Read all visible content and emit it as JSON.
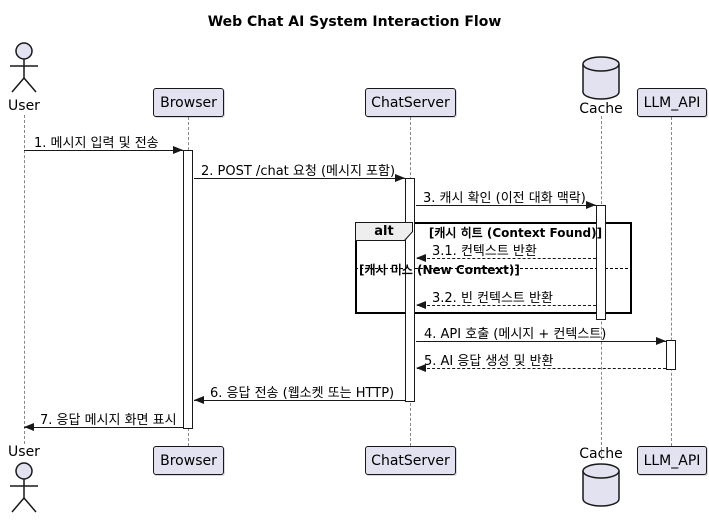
{
  "title": "Web Chat AI System Interaction Flow",
  "participants": [
    {
      "name": "User",
      "type": "actor"
    },
    {
      "name": "Browser",
      "type": "box"
    },
    {
      "name": "ChatServer",
      "type": "box"
    },
    {
      "name": "Cache",
      "type": "database"
    },
    {
      "name": "LLM_API",
      "type": "box"
    }
  ],
  "messages": [
    {
      "label": "1. 메시지 입력 및 전송",
      "from": "User",
      "to": "Browser",
      "line": "solid"
    },
    {
      "label": "2. POST /chat 요청 (메시지 포함)",
      "from": "Browser",
      "to": "ChatServer",
      "line": "solid"
    },
    {
      "label": "3. 캐시 확인 (이전 대화 맥락)",
      "from": "ChatServer",
      "to": "Cache",
      "line": "solid"
    },
    {
      "label": "3.1. 컨텍스트 반환",
      "from": "Cache",
      "to": "ChatServer",
      "line": "dashed"
    },
    {
      "label": "3.2. 빈 컨텍스트 반환",
      "from": "Cache",
      "to": "ChatServer",
      "line": "dashed"
    },
    {
      "label": "4. API 호출 (메시지 + 컨텍스트)",
      "from": "ChatServer",
      "to": "LLM_API",
      "line": "solid"
    },
    {
      "label": "5. AI 응답 생성 및 반환",
      "from": "LLM_API",
      "to": "ChatServer",
      "line": "dashed"
    },
    {
      "label": "6. 응답 전송 (웹소켓 또는 HTTP)",
      "from": "ChatServer",
      "to": "Browser",
      "line": "solid"
    },
    {
      "label": "7. 응답 메시지 화면 표시",
      "from": "Browser",
      "to": "User",
      "line": "solid"
    }
  ],
  "alt_fragment": {
    "operator": "alt",
    "condition_hit": "[캐시 히트 (Context Found)]",
    "condition_miss": "[캐시 미스 (New Context)]"
  },
  "colors": {
    "participant_fill": "#E2E2F0",
    "participant_border": "#181818",
    "lifeline": "#888888",
    "fragment_header_fill": "#EEEEEE",
    "background": "#FFFFFF"
  }
}
